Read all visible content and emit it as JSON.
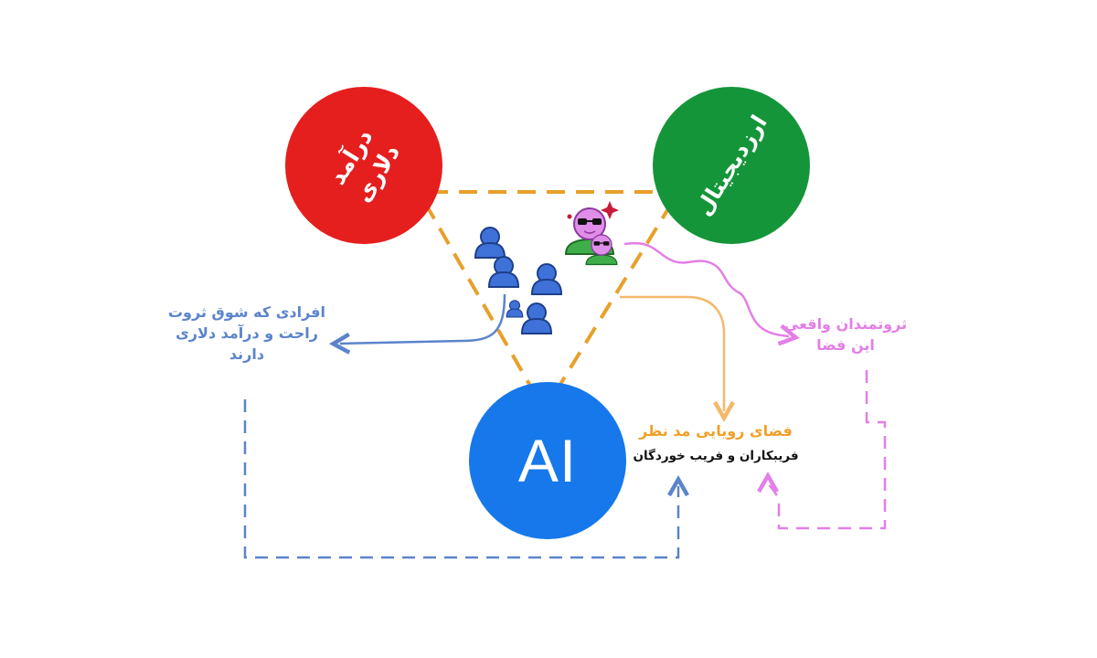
{
  "nodes": {
    "income": {
      "label_lines": [
        "درآمد",
        "دلاری"
      ],
      "color": "#e51e1e"
    },
    "crypto": {
      "label": "ارزدیجیتال",
      "color": "#15953a"
    },
    "ai": {
      "label": "AI",
      "color": "#1678ea"
    }
  },
  "annotations": {
    "seekers": {
      "lines": [
        "افرادی که شوق ثروت",
        "راحت و درآمد دلاری",
        "دارند"
      ],
      "color": "#5b84cc"
    },
    "wealthy": {
      "lines": [
        "ثروتمندان واقعی",
        "این فضا"
      ],
      "color": "#e47ee8"
    },
    "dream_space": {
      "title": "فضای رویایی مد نظر",
      "subtitle": "فریبکاران  و فریب خوردگان",
      "title_color": "#f0a028"
    }
  },
  "icons": [
    "person-icon",
    "sunglasses-character-icon"
  ],
  "colors": {
    "triangle": "#e8a02a",
    "blue_arrow": "#5b84cc",
    "pink_arrow": "#e47ee8",
    "orange_arrow": "#f5b86a"
  }
}
